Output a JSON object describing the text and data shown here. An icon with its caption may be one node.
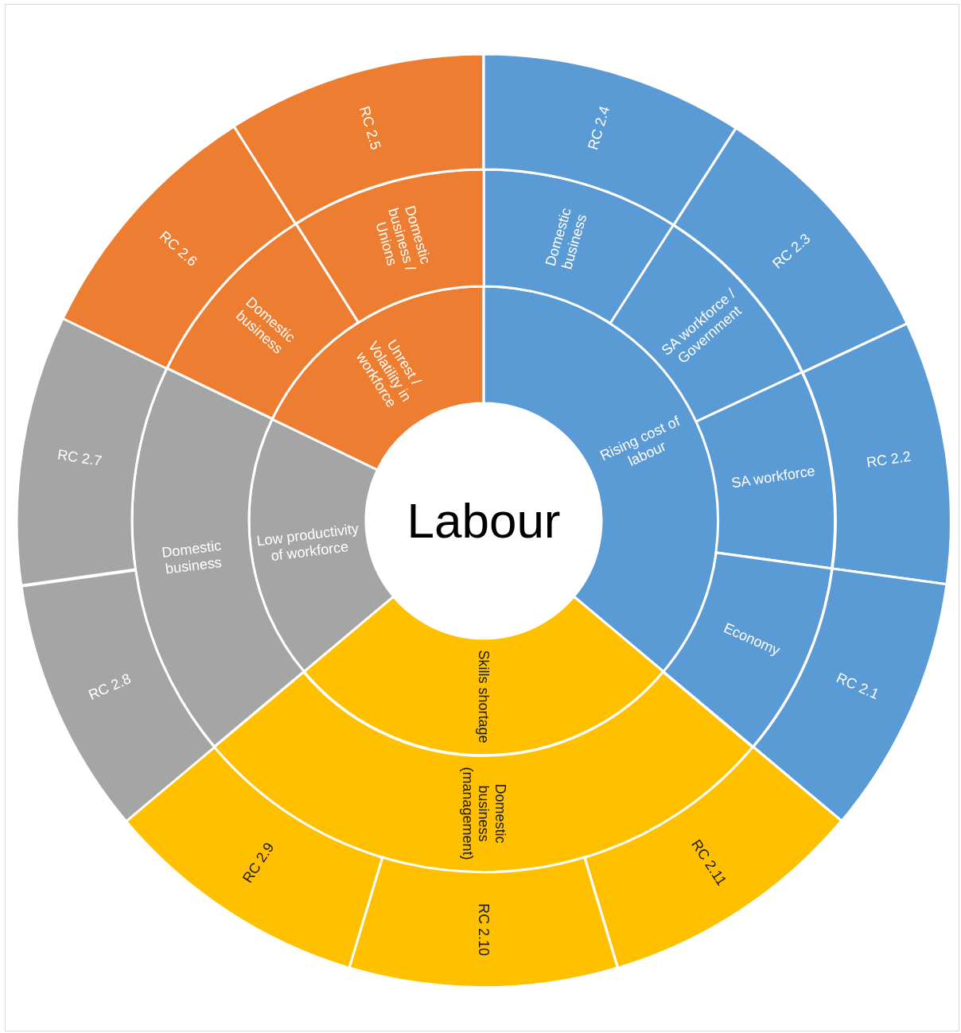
{
  "diagram": {
    "nodes": [
      {
        "text": [
          "Labour"
        ]
      },
      {
        "text": [
          "Rising cost of labour"
        ]
      },
      {
        "text": [
          "Skills shortage"
        ]
      },
      {
        "text": [
          "Low productivity of workforce"
        ]
      },
      {
        "text": [
          "Unrest / Volatility in workforce"
        ]
      },
      {
        "text": [
          "Domestic business"
        ]
      },
      {
        "text": [
          "SA workforce / Government"
        ]
      },
      {
        "text": [
          "SA workforce"
        ]
      },
      {
        "text": [
          "Economy"
        ]
      },
      {
        "text": [
          "Domestic business (management)"
        ]
      },
      {
        "text": [
          "Domestic business"
        ]
      },
      {
        "text": [
          "Domestic business"
        ]
      },
      {
        "text": [
          "Domestic business / Unions"
        ]
      },
      {
        "text": [
          "RC 2.4"
        ]
      },
      {
        "text": [
          "RC 2.3"
        ]
      },
      {
        "text": [
          "RC 2.2"
        ]
      },
      {
        "text": [
          "RC 2.1"
        ]
      },
      {
        "text": [
          "RC 2.11"
        ]
      },
      {
        "text": [
          "RC 2.10"
        ]
      },
      {
        "text": [
          "RC 2.9"
        ]
      },
      {
        "text": [
          "RC 2.8"
        ]
      },
      {
        "text": [
          "RC 2.7"
        ]
      },
      {
        "text": [
          "RC 2.6"
        ]
      },
      {
        "text": [
          "RC 2.5"
        ]
      }
    ]
  }
}
